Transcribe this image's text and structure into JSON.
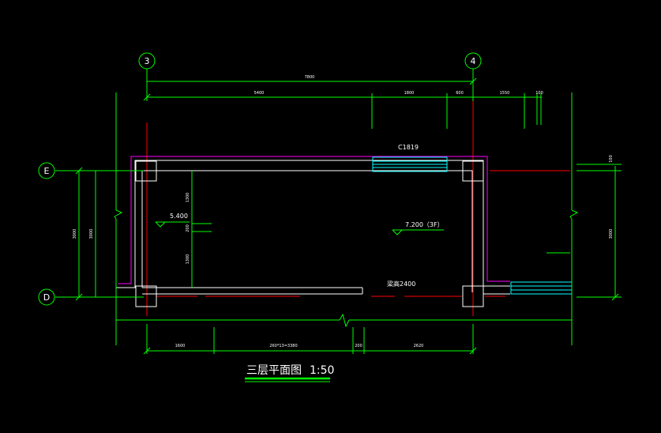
{
  "colors": {
    "background": "#000000",
    "dimension_lines": "#00ff00",
    "walls": "#ffffff",
    "axis_lines": "#ff0000",
    "outline": "#ff00ff",
    "window": "#00ffff",
    "text": "#ffffff"
  },
  "axes": {
    "col_3": "3",
    "col_4": "4",
    "row_e": "E",
    "row_d": "D"
  },
  "dimensions": {
    "top_total": "7800",
    "top_seg_1": "5400",
    "top_seg_2": "1800",
    "top_seg_3": "600",
    "top_seg_4": "1550",
    "top_seg_5": "100",
    "left_outer": "3000",
    "left_inner": "3000",
    "inner_top": "1300",
    "inner_mid": "200",
    "inner_bottom": "1300",
    "right_small": "100",
    "right_main": "3000",
    "bottom_seg_1": "1600",
    "bottom_seg_2": "260*13=3380",
    "bottom_seg_3": "200",
    "bottom_seg_4": "2620"
  },
  "labels": {
    "window_tag": "C1819",
    "level_left": "5.400",
    "level_right": "7.200（3F）",
    "beam_note": "梁高2400"
  },
  "title": {
    "text": "三层平面图",
    "scale": "1:50"
  }
}
